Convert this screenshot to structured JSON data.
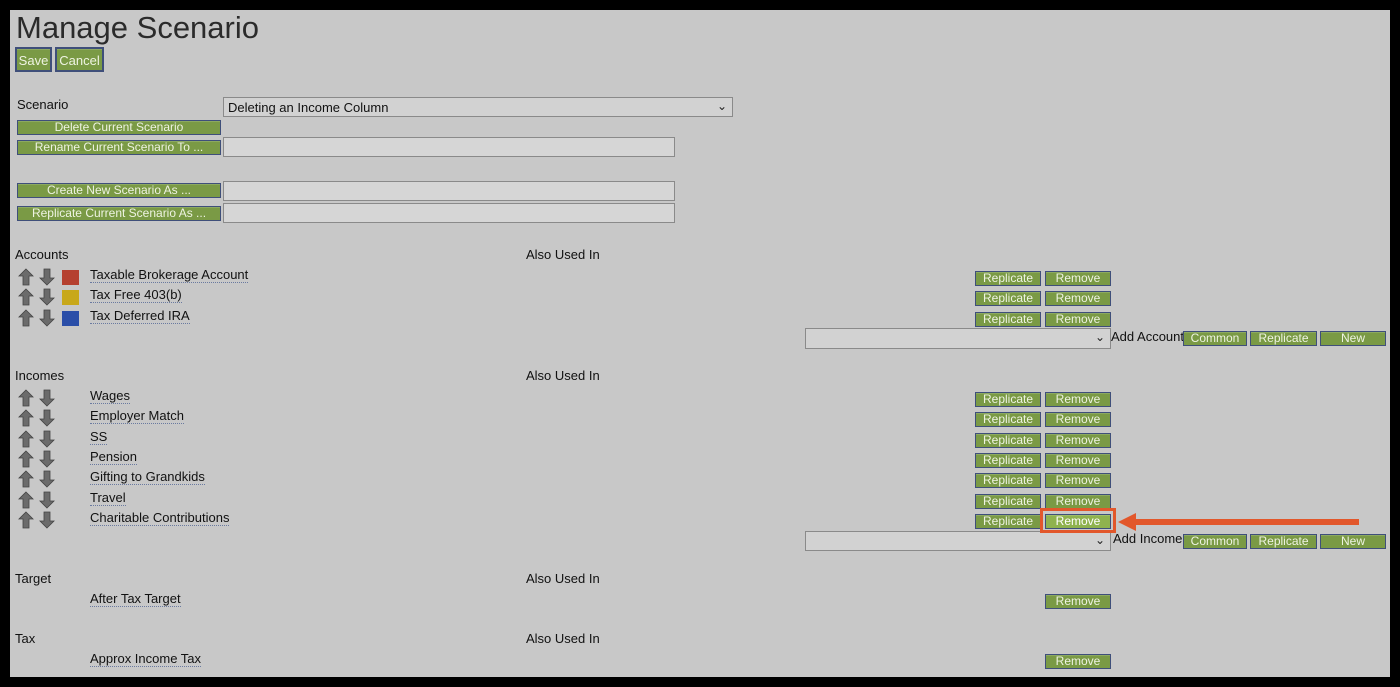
{
  "page": {
    "title": "Manage Scenario"
  },
  "toolbar": {
    "save_label": "Save",
    "cancel_label": "Cancel"
  },
  "scenario": {
    "label": "Scenario",
    "selected": "Deleting an Income Column",
    "delete_label": "Delete Current Scenario",
    "rename_label": "Rename Current Scenario To ...",
    "create_label": "Create New Scenario As ...",
    "replicate_label": "Replicate Current Scenario As ..."
  },
  "common": {
    "also_used_in": "Also Used In",
    "replicate_label": "Replicate",
    "remove_label": "Remove",
    "common_label": "Common",
    "new_label": "New"
  },
  "accounts": {
    "header": "Accounts",
    "add_label": "Add Account",
    "items": [
      {
        "name": "Taxable Brokerage Account",
        "color": "#b5402f"
      },
      {
        "name": "Tax Free 403(b)",
        "color": "#c8a81a"
      },
      {
        "name": "Tax Deferred IRA",
        "color": "#2a4ea8"
      }
    ]
  },
  "incomes": {
    "header": "Incomes",
    "add_label": "Add Income",
    "items": [
      {
        "name": "Wages"
      },
      {
        "name": "Employer Match"
      },
      {
        "name": "SS"
      },
      {
        "name": "Pension"
      },
      {
        "name": "Gifting to Grandkids"
      },
      {
        "name": "Travel"
      },
      {
        "name": "Charitable Contributions"
      }
    ]
  },
  "target": {
    "header": "Target",
    "items": [
      {
        "name": "After Tax Target"
      }
    ]
  },
  "tax": {
    "header": "Tax",
    "items": [
      {
        "name": "Approx Income Tax"
      }
    ]
  },
  "annotation": {
    "highlight_color": "#e2572b"
  },
  "icons": {
    "up": "up-arrow-icon",
    "down": "down-arrow-icon"
  }
}
